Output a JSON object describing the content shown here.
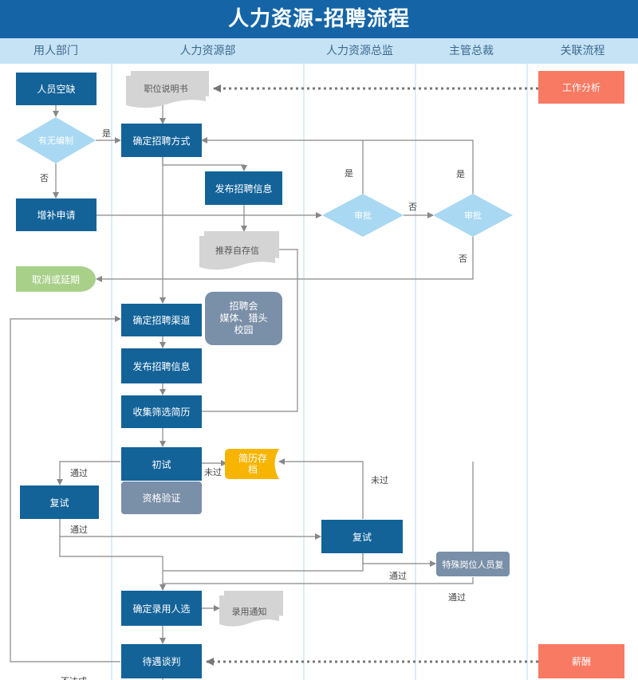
{
  "title": "人力资源-招聘流程",
  "lanes": [
    "用人部门",
    "人力资源部",
    "人力资源总监",
    "主管总裁",
    "关联流程"
  ],
  "nodes": {
    "vacancy": "人员空缺",
    "has_quota": "有无编制",
    "add_request": "增补申请",
    "cancel_delay": "取消或延期",
    "second_interview_dept": "复试",
    "job_desc": "职位说明书",
    "determine_method": "确定招聘方式",
    "publish_info_1": "发布招聘信息",
    "self_recommend": "推荐自存信",
    "determine_channel": "确定招聘渠道",
    "channel_note": [
      "招聘会",
      "媒体、猎头",
      "校园"
    ],
    "publish_info_2": "发布招聘信息",
    "collect_resume": "收集筛选简历",
    "first_interview": "初试",
    "qualification": "资格验证",
    "resume_archive": [
      "简历存",
      "档"
    ],
    "decide_hire": "确定录用人选",
    "hire_notice": "录用通知",
    "salary_negotiation": "待遇谈判",
    "approve_director": "审批",
    "second_interview_director": "复试",
    "approve_president": "审批",
    "special_review": "特殊岗位人员复",
    "job_analysis": "工作分析",
    "salary": "薪酬"
  },
  "edge_labels": {
    "yes_1": "是",
    "no_1": "否",
    "yes_2": "是",
    "no_2": "否",
    "yes_3": "是",
    "no_3": "否",
    "pass_1": "通过",
    "fail_1": "未过",
    "pass_2": "通过",
    "fail_2": "未过",
    "pass_3": "通过",
    "pass_4": "通过",
    "cut_off": "不达成"
  },
  "colors": {
    "title_bg": "#1565a6",
    "lane_header_bg": "#c6e3f6",
    "process_box": "#136399",
    "decision": "#a9d8f2",
    "grey_box": "#7a8fa8",
    "document": "#d4d4d4",
    "related_process": "#f97a63",
    "terminator": "#a8d089",
    "archive": "#f7b500",
    "connector": "#888888"
  }
}
